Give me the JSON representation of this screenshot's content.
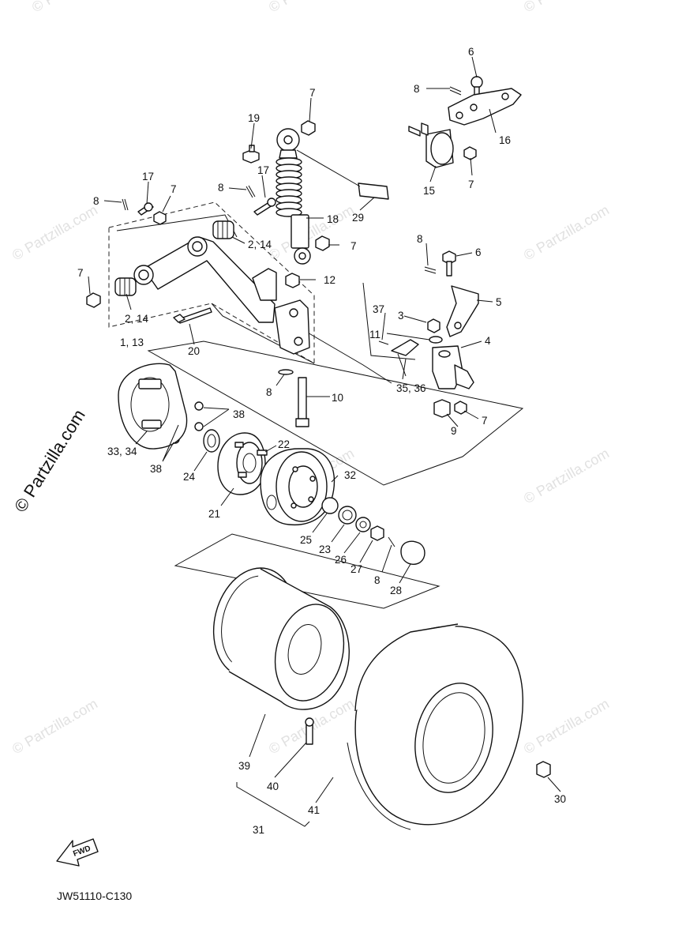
{
  "diagram": {
    "code": "JW51110-C130",
    "fwd_label": "FWD",
    "watermark": "© Partzilla.com",
    "watermark_side": "© Partzilla.com",
    "labels": [
      {
        "id": "l6a",
        "text": "6"
      },
      {
        "id": "l8a",
        "text": "8"
      },
      {
        "id": "l7a",
        "text": "7"
      },
      {
        "id": "l19",
        "text": "19"
      },
      {
        "id": "l16",
        "text": "16"
      },
      {
        "id": "l15",
        "text": "15"
      },
      {
        "id": "l7b",
        "text": "7"
      },
      {
        "id": "l17a",
        "text": "17"
      },
      {
        "id": "l8b",
        "text": "8"
      },
      {
        "id": "l7c",
        "text": "7"
      },
      {
        "id": "l8c",
        "text": "8"
      },
      {
        "id": "l17b",
        "text": "17"
      },
      {
        "id": "l29",
        "text": "29"
      },
      {
        "id": "l18",
        "text": "18"
      },
      {
        "id": "l214a",
        "text": "2, 14"
      },
      {
        "id": "l7d",
        "text": "7"
      },
      {
        "id": "l8d",
        "text": "8"
      },
      {
        "id": "l6b",
        "text": "6"
      },
      {
        "id": "l7e",
        "text": "7"
      },
      {
        "id": "l12",
        "text": "12"
      },
      {
        "id": "l5",
        "text": "5"
      },
      {
        "id": "l37",
        "text": "37"
      },
      {
        "id": "l3",
        "text": "3"
      },
      {
        "id": "l11",
        "text": "11"
      },
      {
        "id": "l4",
        "text": "4"
      },
      {
        "id": "l214b",
        "text": "2, 14"
      },
      {
        "id": "l113",
        "text": "1, 13"
      },
      {
        "id": "l20",
        "text": "20"
      },
      {
        "id": "l3536",
        "text": "35, 36"
      },
      {
        "id": "l8e",
        "text": "8"
      },
      {
        "id": "l10",
        "text": "10"
      },
      {
        "id": "l7f",
        "text": "7"
      },
      {
        "id": "l9",
        "text": "9"
      },
      {
        "id": "l38a",
        "text": "38"
      },
      {
        "id": "l22",
        "text": "22"
      },
      {
        "id": "l3334",
        "text": "33, 34"
      },
      {
        "id": "l38b",
        "text": "38"
      },
      {
        "id": "l24",
        "text": "24"
      },
      {
        "id": "l32",
        "text": "32"
      },
      {
        "id": "l21",
        "text": "21"
      },
      {
        "id": "l25",
        "text": "25"
      },
      {
        "id": "l23",
        "text": "23"
      },
      {
        "id": "l26",
        "text": "26"
      },
      {
        "id": "l27",
        "text": "27"
      },
      {
        "id": "l8f",
        "text": "8"
      },
      {
        "id": "l28",
        "text": "28"
      },
      {
        "id": "l39",
        "text": "39"
      },
      {
        "id": "l40",
        "text": "40"
      },
      {
        "id": "l41",
        "text": "41"
      },
      {
        "id": "l31",
        "text": "31"
      },
      {
        "id": "l30",
        "text": "30"
      }
    ]
  }
}
